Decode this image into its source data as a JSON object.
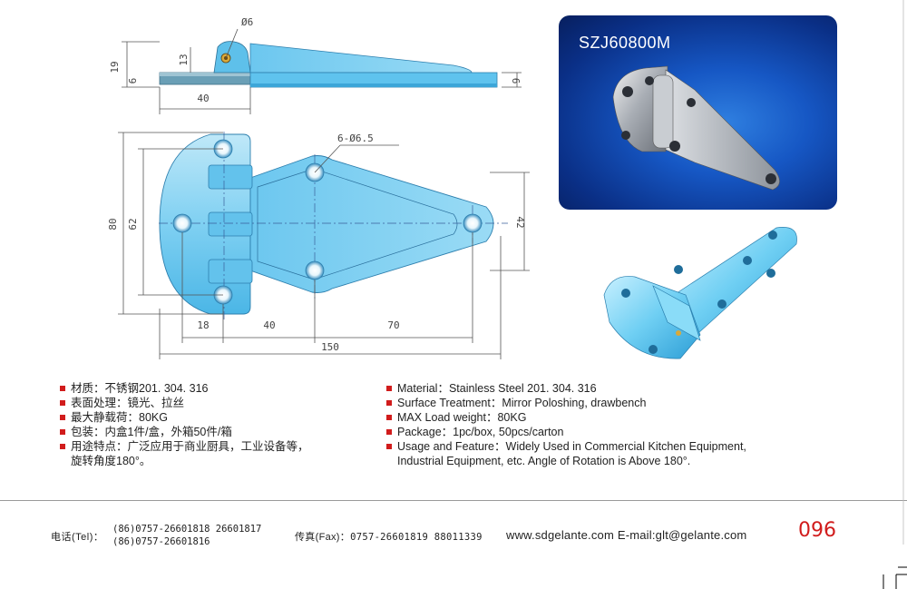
{
  "model_code": "SZJ60800M",
  "dimensions": {
    "top_view": {
      "hole": "Ø6",
      "height": "19",
      "offset": "13",
      "thickness_left": "6",
      "thickness_right": "6",
      "width": "40"
    },
    "front_view": {
      "holes": "6-Ø6.5",
      "height_total": "80",
      "height_inner": "62",
      "seg_a": "18",
      "seg_b": "40",
      "seg_c": "70",
      "total_length": "150",
      "wing_height": "42"
    }
  },
  "specs_cn": [
    {
      "label": "材质：",
      "value": "不锈钢201. 304. 316"
    },
    {
      "label": "表面处理：",
      "value": "镜光、拉丝"
    },
    {
      "label": "最大静载荷：",
      "value": "80KG"
    },
    {
      "label": "包装：",
      "value": "内盒1件/盒，外箱50件/箱"
    },
    {
      "label": "用途特点：",
      "value": "广泛应用于商业厨具，工业设备等，",
      "continuation": "旋转角度180°。"
    }
  ],
  "specs_en": [
    {
      "label": "Material：",
      "value": "Stainless Steel 201. 304. 316"
    },
    {
      "label": "Surface Treatment：",
      "value": "Mirror Poloshing, drawbench"
    },
    {
      "label": "MAX Load weight：",
      "value": "80KG"
    },
    {
      "label": "Package：",
      "value": "1pc/box,  50pcs/carton"
    },
    {
      "label": "Usage and Feature：",
      "value": "Widely Used in Commercial Kitchen Equipment,",
      "continuation": "Industrial Equipment, etc. Angle of Rotation is Above 180°."
    }
  ],
  "footer": {
    "tel_label": "电话(Tel)：",
    "tel_line1": "(86)0757-26601818  26601817",
    "tel_line2": "(86)0757-26601816",
    "fax_label": "传真(Fax)：",
    "fax_numbers": "0757-26601819 88011339",
    "website": "www.sdgelante.com",
    "email": "E-mail:glt@gelante.com",
    "page_number": "096"
  },
  "colors": {
    "accent_red": "#d11c1c",
    "hinge_cyan": "#57c6f0",
    "photo_blue": "#1657c4"
  }
}
